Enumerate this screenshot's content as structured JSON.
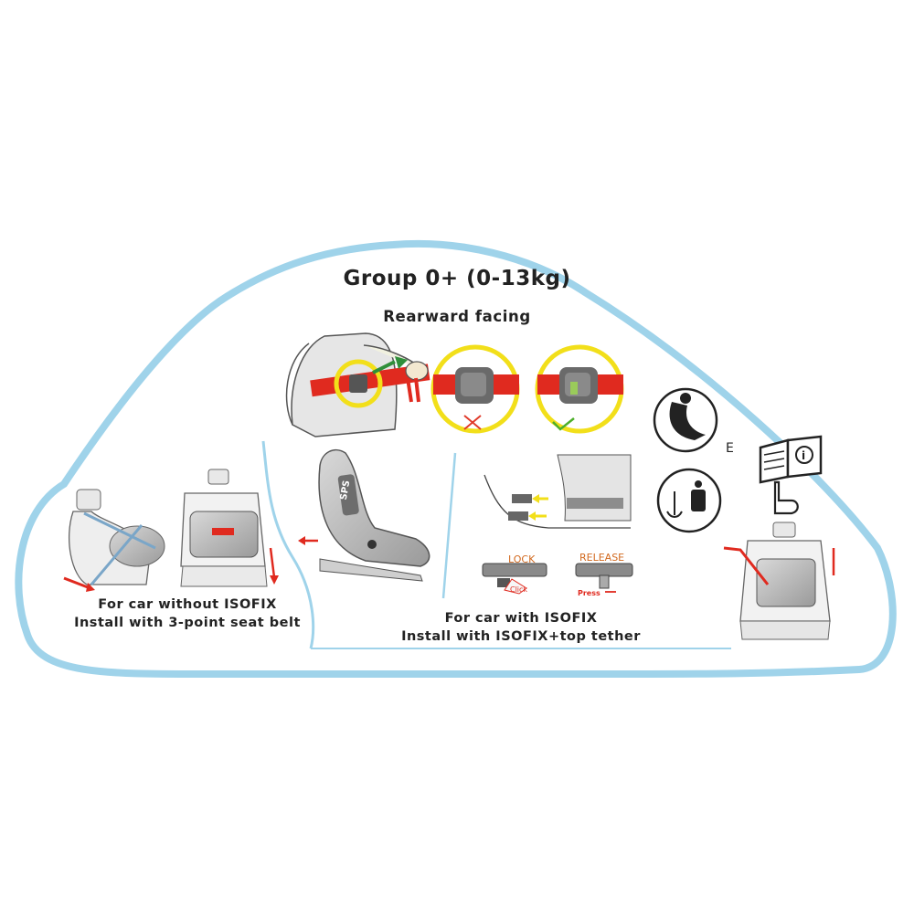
{
  "label": {
    "title": "Group 0+  (0-13kg)",
    "subtitle": "Rearward facing",
    "left_caption_line1": "For car without ISOFIX",
    "left_caption_line2": "Install with 3-point seat belt",
    "right_caption_line1": "For car with ISOFIX",
    "right_caption_line2": "Install with ISOFIX+top tether",
    "lock": "LOCK",
    "release": "RELEASE",
    "click": "Click",
    "press": "Press",
    "seat_logo": "SPS",
    "e_mark": "E",
    "info_mark": "i"
  },
  "colors": {
    "outline": "#9fd3ea",
    "belt_red": "#e02a1f",
    "ring_yellow": "#f2df1a",
    "wrong_red": "#e03a2a",
    "right_green": "#4caf2a",
    "arrow_green": "#2f8f3a",
    "seat_grey": "#bdbdbd",
    "dark_grey": "#555555"
  },
  "icons": [
    "seat-icon",
    "isofix-anchor-icon",
    "manual-book-icon",
    "pointing-hand-icon",
    "correct-check-icon",
    "wrong-cross-icon"
  ]
}
